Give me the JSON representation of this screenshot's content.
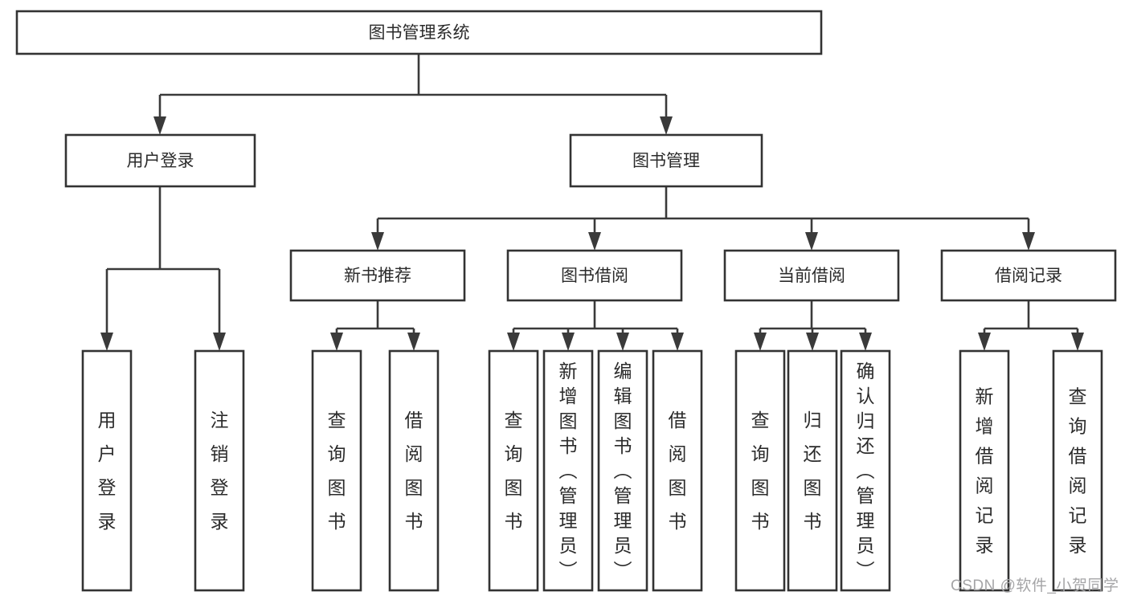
{
  "diagram": {
    "type": "tree",
    "title": "图书管理系统",
    "watermark": "CSDN @软件_小贺同学",
    "colors": {
      "line": "#3a3a3a",
      "box_border": "#333333",
      "box_fill": "#ffffff",
      "text": "#2b2b2b",
      "watermark": "#a5a5a7",
      "background": "#ffffff"
    },
    "nodes": [
      {
        "id": "root",
        "label": "图书管理系统",
        "parent": null
      },
      {
        "id": "login",
        "label": "用户登录",
        "parent": "root"
      },
      {
        "id": "mgmt",
        "label": "图书管理",
        "parent": "root"
      },
      {
        "id": "login-user",
        "label": "用户登录",
        "parent": "login"
      },
      {
        "id": "login-out",
        "label": "注销登录",
        "parent": "login"
      },
      {
        "id": "rec",
        "label": "新书推荐",
        "parent": "mgmt"
      },
      {
        "id": "borrow",
        "label": "图书借阅",
        "parent": "mgmt"
      },
      {
        "id": "current",
        "label": "当前借阅",
        "parent": "mgmt"
      },
      {
        "id": "records",
        "label": "借阅记录",
        "parent": "mgmt"
      },
      {
        "id": "rec-query",
        "label": "查询图书",
        "parent": "rec"
      },
      {
        "id": "rec-borrow",
        "label": "借阅图书",
        "parent": "rec"
      },
      {
        "id": "borrow-query",
        "label": "查询图书",
        "parent": "borrow"
      },
      {
        "id": "borrow-add",
        "label": "新增图书（管理员）",
        "parent": "borrow"
      },
      {
        "id": "borrow-edit",
        "label": "编辑图书（管理员）",
        "parent": "borrow"
      },
      {
        "id": "borrow-borrow",
        "label": "借阅图书",
        "parent": "borrow"
      },
      {
        "id": "cur-query",
        "label": "查询图书",
        "parent": "current"
      },
      {
        "id": "cur-return",
        "label": "归还图书",
        "parent": "current"
      },
      {
        "id": "cur-confirm",
        "label": "确认归还（管理员）",
        "parent": "current"
      },
      {
        "id": "recd-add",
        "label": "新增借阅记录",
        "parent": "records"
      },
      {
        "id": "recd-query",
        "label": "查询借阅记录",
        "parent": "records"
      }
    ]
  }
}
